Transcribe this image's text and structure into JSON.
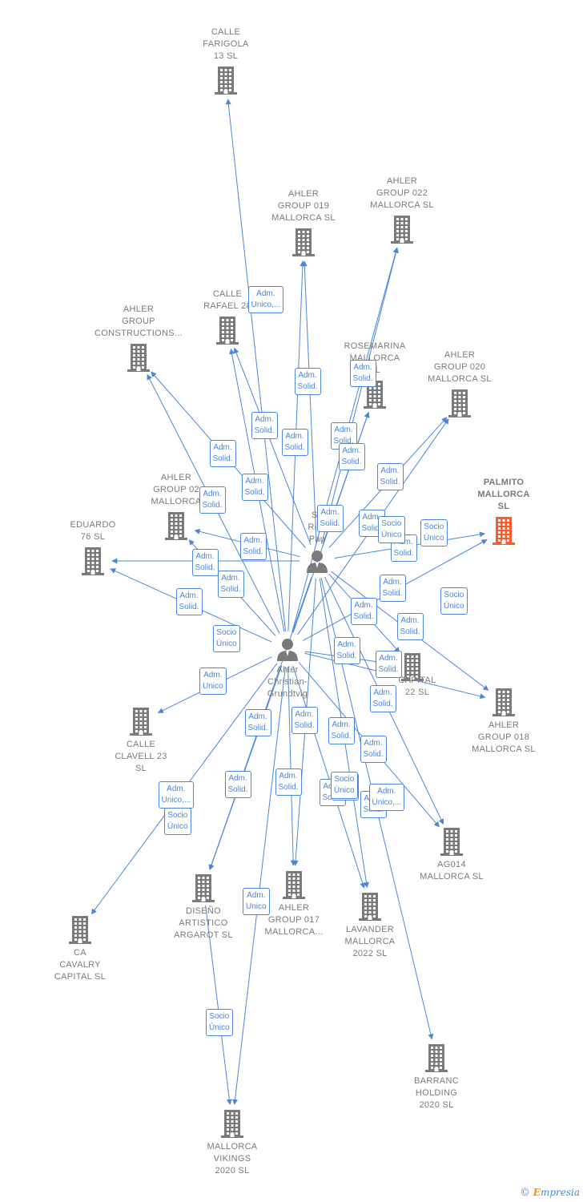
{
  "colors": {
    "edge": "#4a86d8",
    "building": "#7a7a7a",
    "highlight": "#ff5a2c",
    "person": "#7a7a7a",
    "text": "#7a7a7a"
  },
  "nodes": [
    {
      "id": "calle_farigola",
      "type": "company",
      "label": "CALLE\nFARIGOLA\n13  SL"
    },
    {
      "id": "ahler_019",
      "type": "company",
      "label": "AHLER\nGROUP 019\nMALLORCA  SL"
    },
    {
      "id": "ahler_022",
      "type": "company",
      "label": "AHLER\nGROUP 022\nMALLORCA  SL"
    },
    {
      "id": "calle_rafael",
      "type": "company",
      "label": "CALLE\nRAFAEL 28"
    },
    {
      "id": "ahler_constructions",
      "type": "company",
      "label": "AHLER\nGROUP\nCONSTRUCTIONS..."
    },
    {
      "id": "rose_marina",
      "type": "company",
      "label": "ROSEMARINA\nMALLORCA\nSL"
    },
    {
      "id": "ahler_020",
      "type": "company",
      "label": "AHLER\nGROUP 020\nMALLORCA  SL"
    },
    {
      "id": "palmito",
      "type": "company",
      "label": "PALMITO\nMALLORCA\nSL",
      "highlight": true
    },
    {
      "id": "ahler_02x",
      "type": "company",
      "label": "AHLER\nGROUP 02\nMALLORCA"
    },
    {
      "id": "eduardo",
      "type": "company",
      "label": "EDUARDO\n76  SL"
    },
    {
      "id": "shaun",
      "type": "person",
      "label": "Sh\nRich\nPau"
    },
    {
      "id": "ahler_christian",
      "type": "person",
      "label": "Ahler\nChristian-\nGrundtvig"
    },
    {
      "id": "capital_22",
      "type": "company",
      "label": "CAPITAL\n22  SL"
    },
    {
      "id": "ahler_018",
      "type": "company",
      "label": "AHLER\nGROUP 018\nMALLORCA  SL"
    },
    {
      "id": "calle_clavell",
      "type": "company",
      "label": "CALLE\nCLAVELL 23\nSL"
    },
    {
      "id": "ag014",
      "type": "company",
      "label": "AG014\nMALLORCA  SL"
    },
    {
      "id": "diseno",
      "type": "company",
      "label": "DISEÑO\nARTISTICO\nARGAROT  SL"
    },
    {
      "id": "ahler_017",
      "type": "company",
      "label": "AHLER\nGROUP 017\nMALLORCA..."
    },
    {
      "id": "lavander",
      "type": "company",
      "label": "LAVANDER\nMALLORCA\n2022  SL"
    },
    {
      "id": "ca_cavalry",
      "type": "company",
      "label": "CA\nCAVALRY\nCAPITAL  SL"
    },
    {
      "id": "barranc",
      "type": "company",
      "label": "BARRANC\nHOLDING\n2020  SL"
    },
    {
      "id": "mallorca_vikings",
      "type": "company",
      "label": "MALLORCA\nVIKINGS\n2020  SL"
    }
  ],
  "edges": [
    {
      "from": "ahler_christian",
      "to": "calle_farigola"
    },
    {
      "from": "ahler_christian",
      "to": "ahler_019"
    },
    {
      "from": "shaun",
      "to": "ahler_019"
    },
    {
      "from": "ahler_christian",
      "to": "ahler_022"
    },
    {
      "from": "shaun",
      "to": "ahler_022"
    },
    {
      "from": "ahler_christian",
      "to": "calle_rafael"
    },
    {
      "from": "shaun",
      "to": "calle_rafael"
    },
    {
      "from": "ahler_christian",
      "to": "ahler_constructions"
    },
    {
      "from": "shaun",
      "to": "ahler_constructions"
    },
    {
      "from": "ahler_christian",
      "to": "rose_marina"
    },
    {
      "from": "shaun",
      "to": "rose_marina"
    },
    {
      "from": "ahler_christian",
      "to": "ahler_020"
    },
    {
      "from": "shaun",
      "to": "ahler_020"
    },
    {
      "from": "ahler_christian",
      "to": "palmito"
    },
    {
      "from": "shaun",
      "to": "palmito"
    },
    {
      "from": "ahler_christian",
      "to": "ahler_02x"
    },
    {
      "from": "shaun",
      "to": "ahler_02x"
    },
    {
      "from": "ahler_christian",
      "to": "eduardo"
    },
    {
      "from": "shaun",
      "to": "eduardo"
    },
    {
      "from": "ahler_christian",
      "to": "capital_22"
    },
    {
      "from": "shaun",
      "to": "capital_22"
    },
    {
      "from": "ahler_christian",
      "to": "ahler_018"
    },
    {
      "from": "shaun",
      "to": "ahler_018"
    },
    {
      "from": "ahler_christian",
      "to": "calle_clavell"
    },
    {
      "from": "ahler_christian",
      "to": "ag014"
    },
    {
      "from": "shaun",
      "to": "ag014"
    },
    {
      "from": "ahler_christian",
      "to": "diseno"
    },
    {
      "from": "shaun",
      "to": "diseno"
    },
    {
      "from": "ahler_christian",
      "to": "ahler_017"
    },
    {
      "from": "shaun",
      "to": "ahler_017"
    },
    {
      "from": "ahler_christian",
      "to": "lavander"
    },
    {
      "from": "shaun",
      "to": "lavander"
    },
    {
      "from": "ahler_christian",
      "to": "ca_cavalry"
    },
    {
      "from": "shaun",
      "to": "barranc"
    },
    {
      "from": "diseno",
      "to": "mallorca_vikings"
    },
    {
      "from": "ahler_christian",
      "to": "mallorca_vikings"
    }
  ],
  "edge_labels": [
    "Adm.\nUnico,...",
    "Adm.\nSolid.",
    "Adm.\nSolid.",
    "Adm.\nSolid.",
    "Adm.\nSolid.",
    "Adm.\nSolid.",
    "Adm.\nSolid.",
    "Adm.\nSolid.",
    "Adm.\nSolid.",
    "Adm.\nSolid.",
    "Adm.\nSolid.",
    "Adm.\nSolid.",
    "Adm.\nSolid.",
    "Adm.\nSolid.",
    "Adm.\nSolid.",
    "Adm.\nSolid.",
    "Socio\nÚnico",
    "Adm.\nSolid.",
    "Socio\nÚnico",
    "Adm.\nSolid.",
    "Adm.\nSolid.",
    "Socio\nÚnico",
    "Adm.\nSolid.",
    "Adm.\nSolid.",
    "Adm.\nSolid.",
    "Socio\nÚnico",
    "Adm.\nSolid.",
    "Adm.\nSolid.",
    "Adm.\nUnico",
    "Adm.\nSolid.",
    "Adm.\nSolid.",
    "Adm.\nSolid.",
    "Adm.\nSolid.",
    "Adm.\nSolid.",
    "Adm.\nSolid.",
    "Adm.\nUnico,...",
    "Adm.\nSolid.",
    "Socio\nÚnico",
    "Socio\nÚnico",
    "Adm.\nSolid.",
    "Adm.\nUnico,...",
    "Socio\nÚnico",
    "Adm.\nUnico",
    "Socio\nÚnico"
  ],
  "credit": {
    "copyright": "©",
    "brand_first": "E",
    "brand_rest": "mpresia"
  }
}
